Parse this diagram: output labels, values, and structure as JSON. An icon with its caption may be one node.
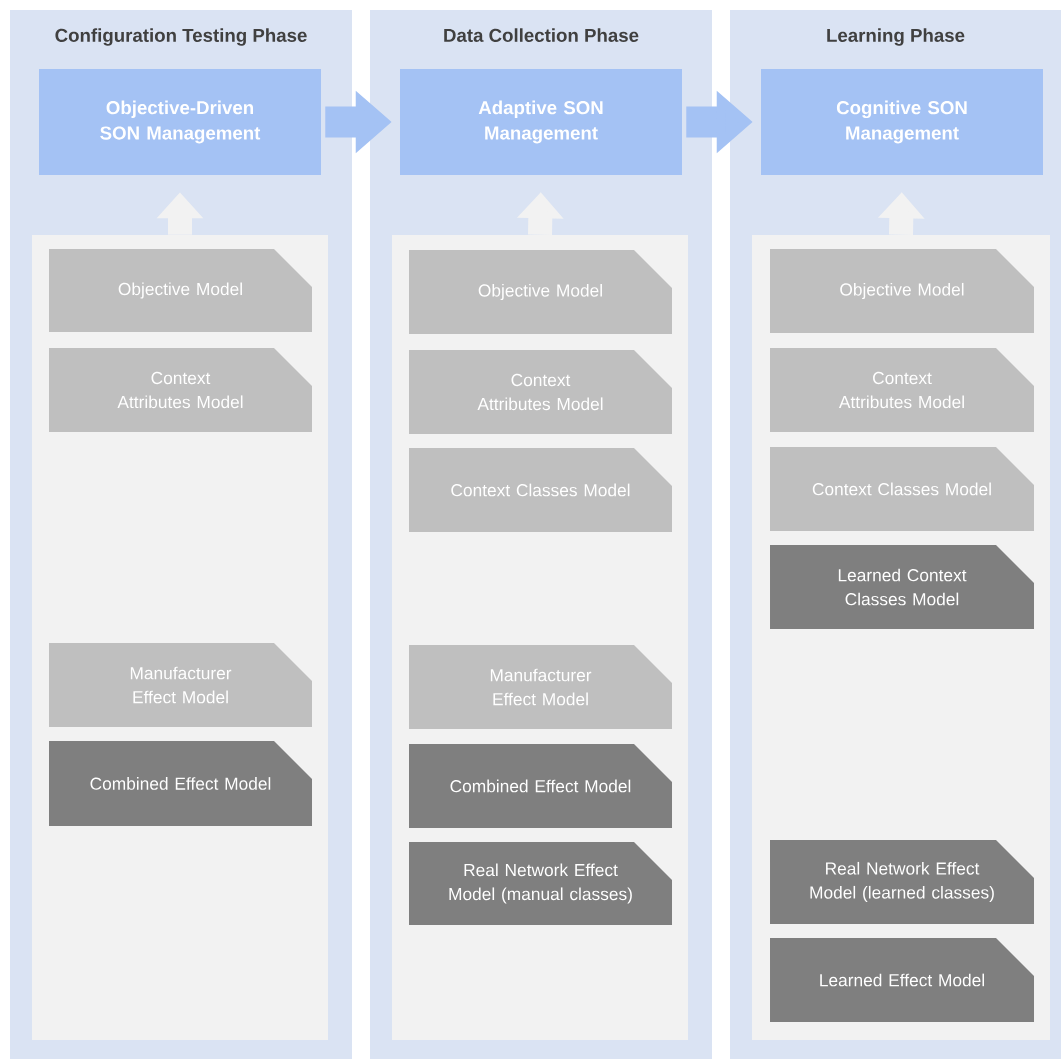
{
  "diagram": {
    "nodes": [
      {
        "text": [
          "Configuration Testing Phase"
        ]
      },
      {
        "text": [
          "Objective-Driven SON Management"
        ],
        "in": 0
      },
      {
        "text": [],
        "shape": "box",
        "in": 0
      },
      {
        "text": [
          "Objective Model"
        ],
        "in": 2
      },
      {
        "text": [
          "Context Attributes Model"
        ],
        "in": 2
      },
      {
        "text": [
          "Manufacturer Effect Model"
        ],
        "in": 2
      },
      {
        "text": [
          "Combined Effect Model"
        ],
        "in": 2
      },
      {
        "text": [
          "Data Collection Phase"
        ]
      },
      {
        "text": [
          "Adaptive SON Management"
        ],
        "in": 7
      },
      {
        "text": [],
        "shape": "box",
        "in": 7
      },
      {
        "text": [
          "Objective Model"
        ],
        "in": 9
      },
      {
        "text": [
          "Context Attributes Model"
        ],
        "in": 9
      },
      {
        "text": [
          "Context Classes Model"
        ],
        "in": 9
      },
      {
        "text": [
          "Manufacturer Effect Model"
        ],
        "in": 9
      },
      {
        "text": [
          "Combined Effect Model"
        ],
        "in": 9
      },
      {
        "text": [
          "Real Network Effect Model (manual classes)"
        ],
        "in": 9
      },
      {
        "text": [
          "Learning Phase"
        ]
      },
      {
        "text": [
          "Cognitive SON Management"
        ],
        "in": 16
      },
      {
        "text": [],
        "shape": "box",
        "in": 16
      },
      {
        "text": [
          "Objective Model"
        ],
        "in": 18
      },
      {
        "text": [
          "Context Attributes Model"
        ],
        "in": 18
      },
      {
        "text": [
          "Context Classes Model"
        ],
        "in": 18
      },
      {
        "text": [
          "Learned Context Classes Model"
        ],
        "in": 18
      },
      {
        "text": [
          "Real Network Effect Model (learned classes)"
        ],
        "in": 18
      },
      {
        "text": [
          "Learned Effect Model"
        ],
        "in": 18
      }
    ],
    "edges": [
      {
        "from": 1,
        "to": 8,
        "arrow": "to",
        "color": "#a4c2f4"
      },
      {
        "from": 8,
        "to": 17,
        "arrow": "to",
        "color": "#a4c2f4"
      },
      {
        "from": 2,
        "to": 1,
        "arrow": "to"
      },
      {
        "from": 9,
        "to": 8,
        "arrow": "to"
      },
      {
        "from": 18,
        "to": 17,
        "arrow": "to"
      }
    ]
  }
}
